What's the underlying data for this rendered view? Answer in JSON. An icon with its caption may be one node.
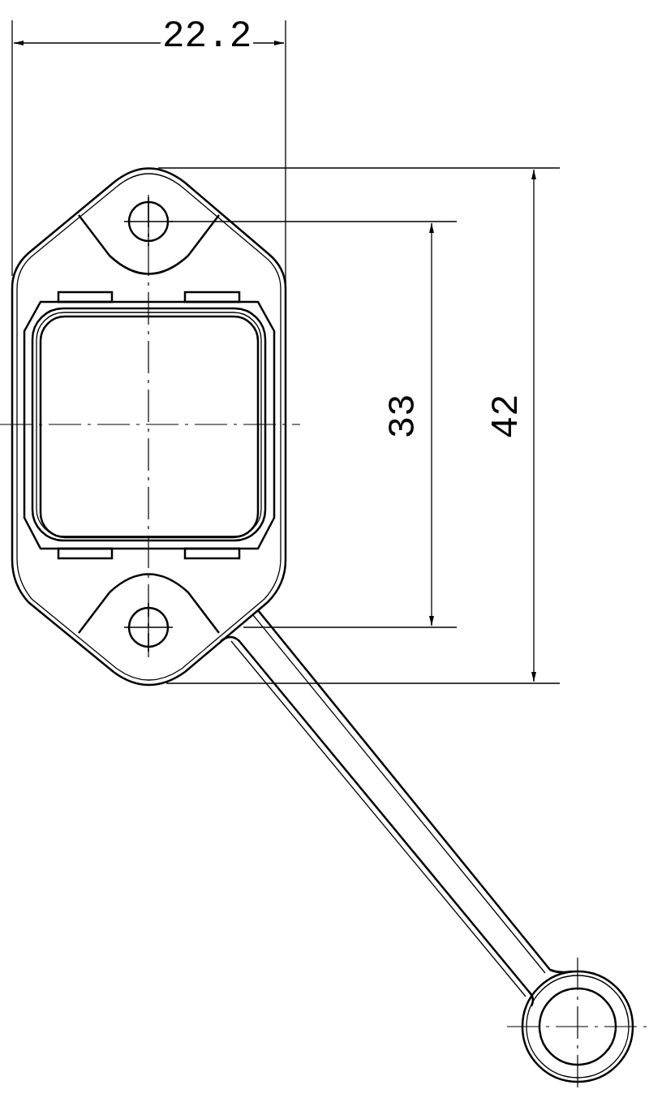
{
  "diagram": {
    "labels": [
      "22.2",
      "33",
      "42"
    ]
  }
}
